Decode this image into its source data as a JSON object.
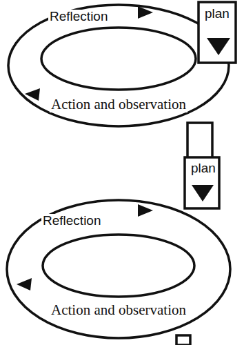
{
  "diagram": {
    "labels": [
      "Reflection",
      "plan",
      "Action and observation",
      "plan",
      "Reflection",
      "Action and observation"
    ]
  }
}
